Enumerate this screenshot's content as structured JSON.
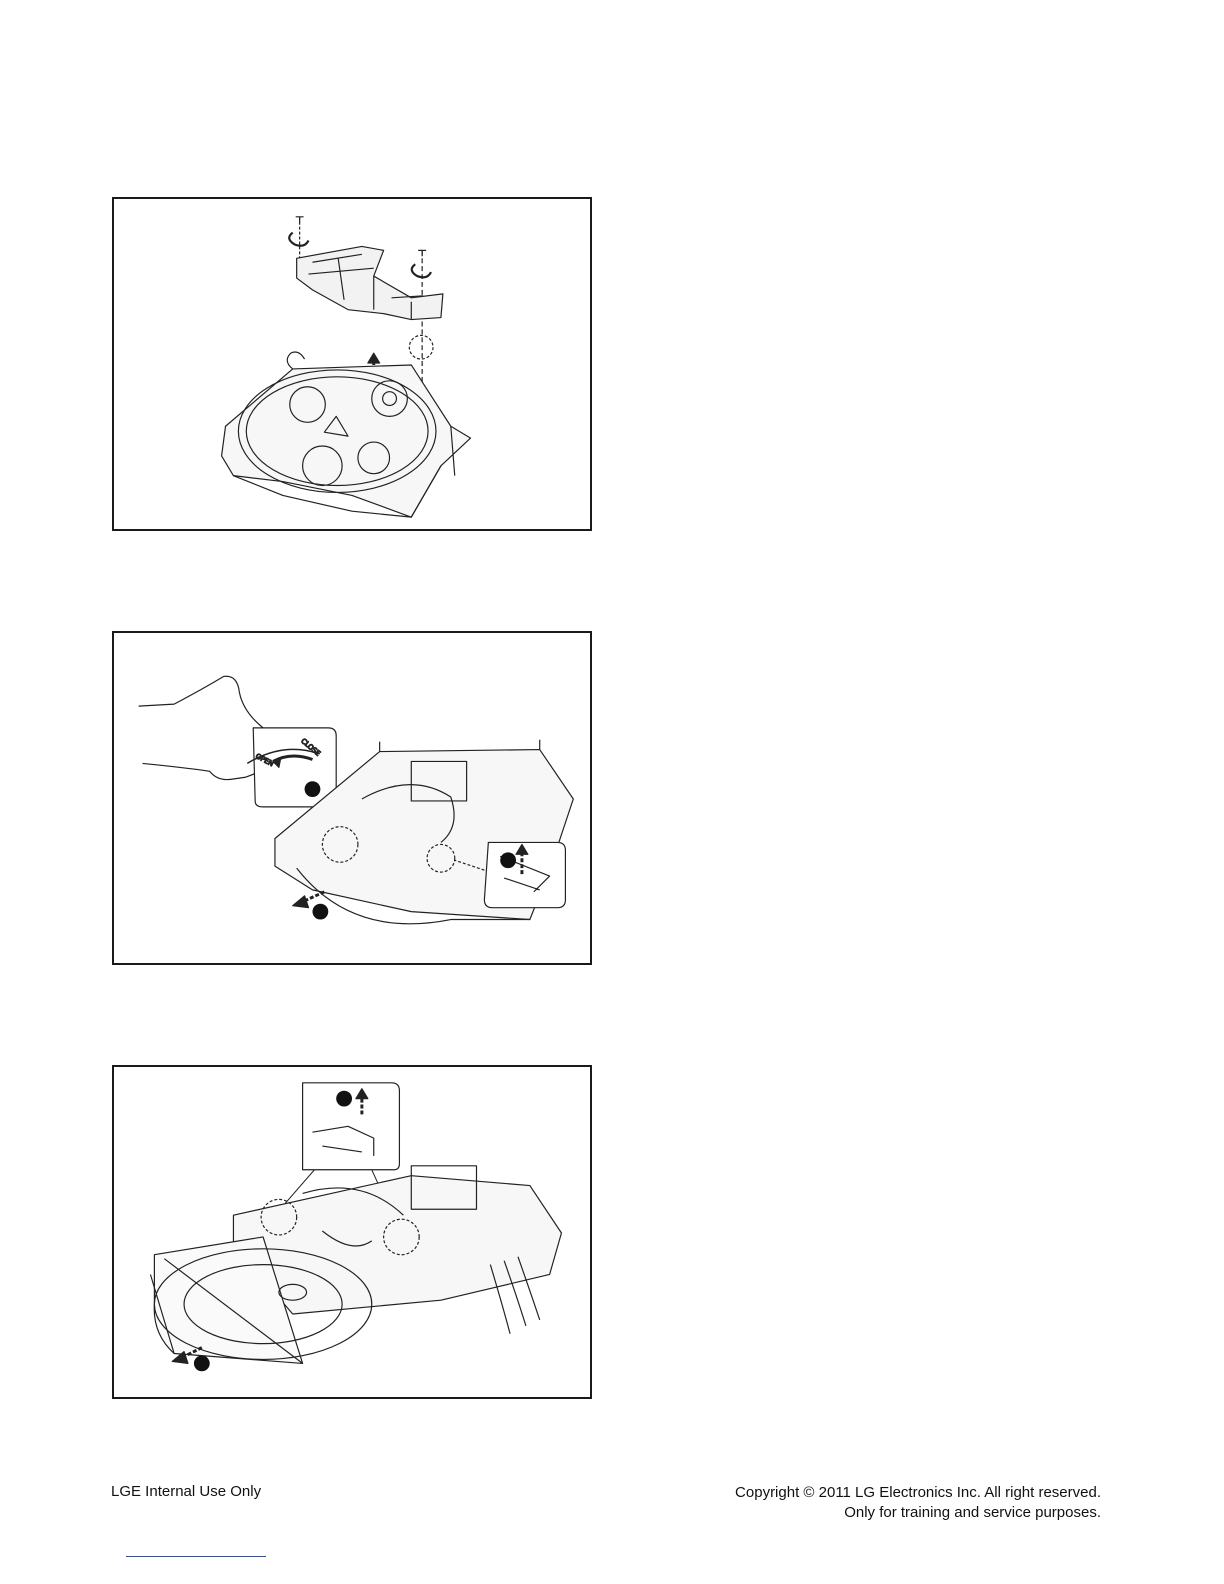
{
  "figures": [
    {
      "id": "fig1"
    },
    {
      "id": "fig2",
      "dial_open": "OPEN",
      "dial_close": "CLOSE"
    },
    {
      "id": "fig3"
    }
  ],
  "footer": {
    "left": "LGE Internal Use Only",
    "copyright": "Copyright © 2011 LG Electronics Inc. All right reserved.",
    "purpose": "Only for training and service purposes."
  }
}
